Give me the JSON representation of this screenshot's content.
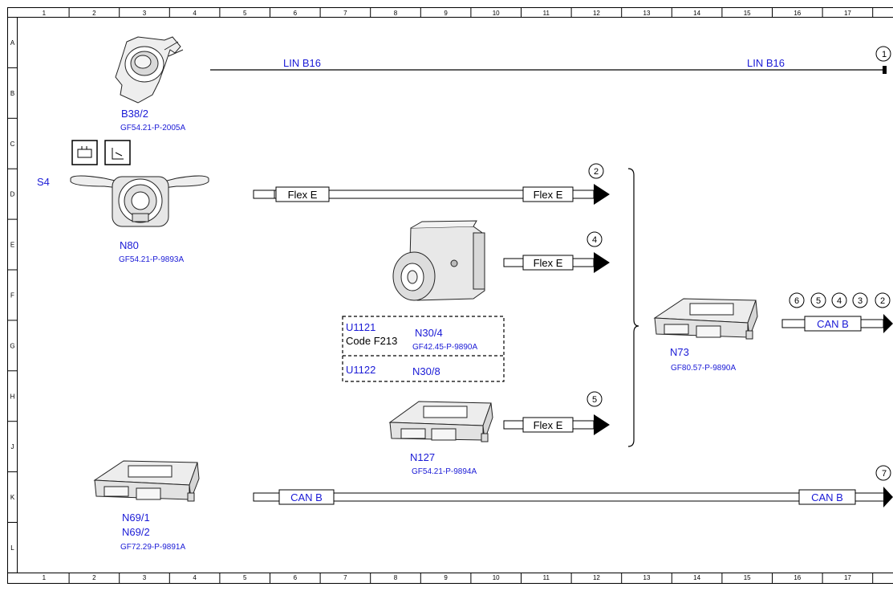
{
  "grid": {
    "columns": [
      "1",
      "2",
      "3",
      "4",
      "5",
      "6",
      "7",
      "8",
      "9",
      "10",
      "11",
      "12",
      "13",
      "14",
      "15",
      "16",
      "17"
    ],
    "rows": [
      "A",
      "B",
      "C",
      "D",
      "E",
      "F",
      "G",
      "H",
      "J",
      "K",
      "L"
    ]
  },
  "components": {
    "b38_2": {
      "label": "B38/2",
      "ref": "GF54.21-P-2005A"
    },
    "s4": {
      "label": "S4"
    },
    "n80": {
      "label": "N80",
      "ref": "GF54.21-P-9893A"
    },
    "n30_4": {
      "label": "N30/4",
      "ref": "GF42.45-P-9890A"
    },
    "n30_8": {
      "label": "N30/8"
    },
    "u1121": {
      "label": "U1121",
      "code": "Code F213"
    },
    "u1122": {
      "label": "U1122"
    },
    "n127": {
      "label": "N127",
      "ref": "GF54.21-P-9894A"
    },
    "n73": {
      "label": "N73",
      "ref": "GF80.57-P-9890A"
    },
    "n69": {
      "label1": "N69/1",
      "label2": "N69/2",
      "ref": "GF72.29-P-9891A"
    }
  },
  "buses": {
    "lin_b16_left": "LIN B16",
    "lin_b16_right": "LIN B16",
    "flex_e": "Flex E",
    "can_b": "CAN B"
  },
  "connectors": {
    "c1": "1",
    "c2a": "2",
    "c4a": "4",
    "c5": "5",
    "c6": "6",
    "c5b": "5",
    "c4b": "4",
    "c3": "3",
    "c2b": "2",
    "c7": "7"
  }
}
